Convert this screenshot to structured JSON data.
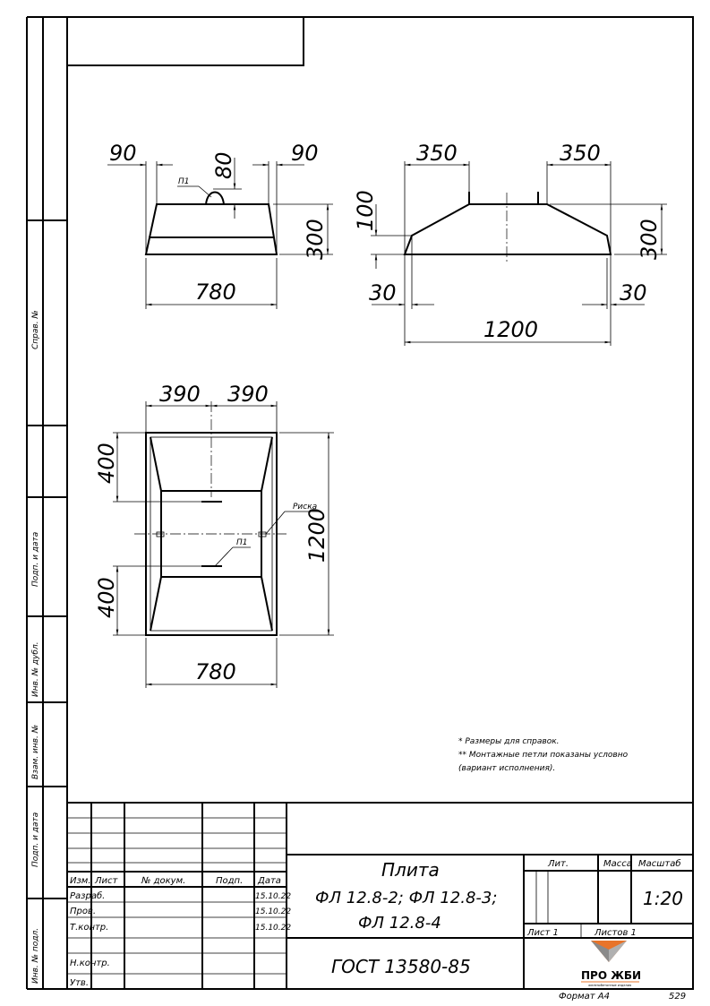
{
  "drawing": {
    "top_view_dims": {
      "left_offset": "90",
      "right_offset": "90",
      "loop_height": "80",
      "height": "300",
      "width": "780",
      "loop_label": "П1"
    },
    "side_view_dims": {
      "left_top": "350",
      "right_top": "350",
      "step": "100",
      "height": "300",
      "left_bottom": "30",
      "right_bottom": "30",
      "length": "1200"
    },
    "plan_view_dims": {
      "left_half": "390",
      "right_half": "390",
      "top_gap": "400",
      "bottom_gap": "400",
      "length": "1200",
      "width": "780",
      "mark_label": "Риска",
      "loop_label": "П1"
    },
    "notes": [
      "* Размеры для справок.",
      "** Монтажные петли показаны условно",
      "(вариант исполнения)."
    ]
  },
  "side_stamps": {
    "sprav": "Справ. №",
    "podp_data_1": "Подп. и дата",
    "inv_dubl": "Инв. № дубл.",
    "vzam_inv": "Взам. инв. №",
    "podp_data_2": "Подп. и дата",
    "inv_podl": "Инв. № подл."
  },
  "title_block": {
    "headers": {
      "izm": "Изм.",
      "list": "Лист",
      "doc_no": "№ докум.",
      "podp": "Подп.",
      "data": "Дата"
    },
    "roles": [
      {
        "role": "Разраб.",
        "date": "15.10.22"
      },
      {
        "role": "Пров.",
        "date": "15.10.22"
      },
      {
        "role": "Т.контр.",
        "date": "15.10.22"
      },
      {
        "role": "",
        "date": ""
      },
      {
        "role": "Н.контр.",
        "date": ""
      },
      {
        "role": "Утв.",
        "date": ""
      }
    ],
    "product_line1": "Плита",
    "product_line2": "ФЛ 12.8-2; ФЛ 12.8-3;",
    "product_line3": "ФЛ 12.8-4",
    "standard": "ГОСТ  13580-85",
    "lit_label": "Лит.",
    "mass_label": "Масса",
    "scale_label": "Масштаб",
    "scale_value": "1:20",
    "sheet_label": "Лист  1",
    "sheets_label": "Листов  1",
    "logo_text": "ПРО ЖБИ",
    "logo_sub": "железобетонные изделия"
  },
  "footer": {
    "format": "Формат А4",
    "page_no": "529"
  },
  "colors": {
    "line": "#000000",
    "logo_orange": "#e8742a",
    "logo_gray": "#8a8a8a"
  }
}
